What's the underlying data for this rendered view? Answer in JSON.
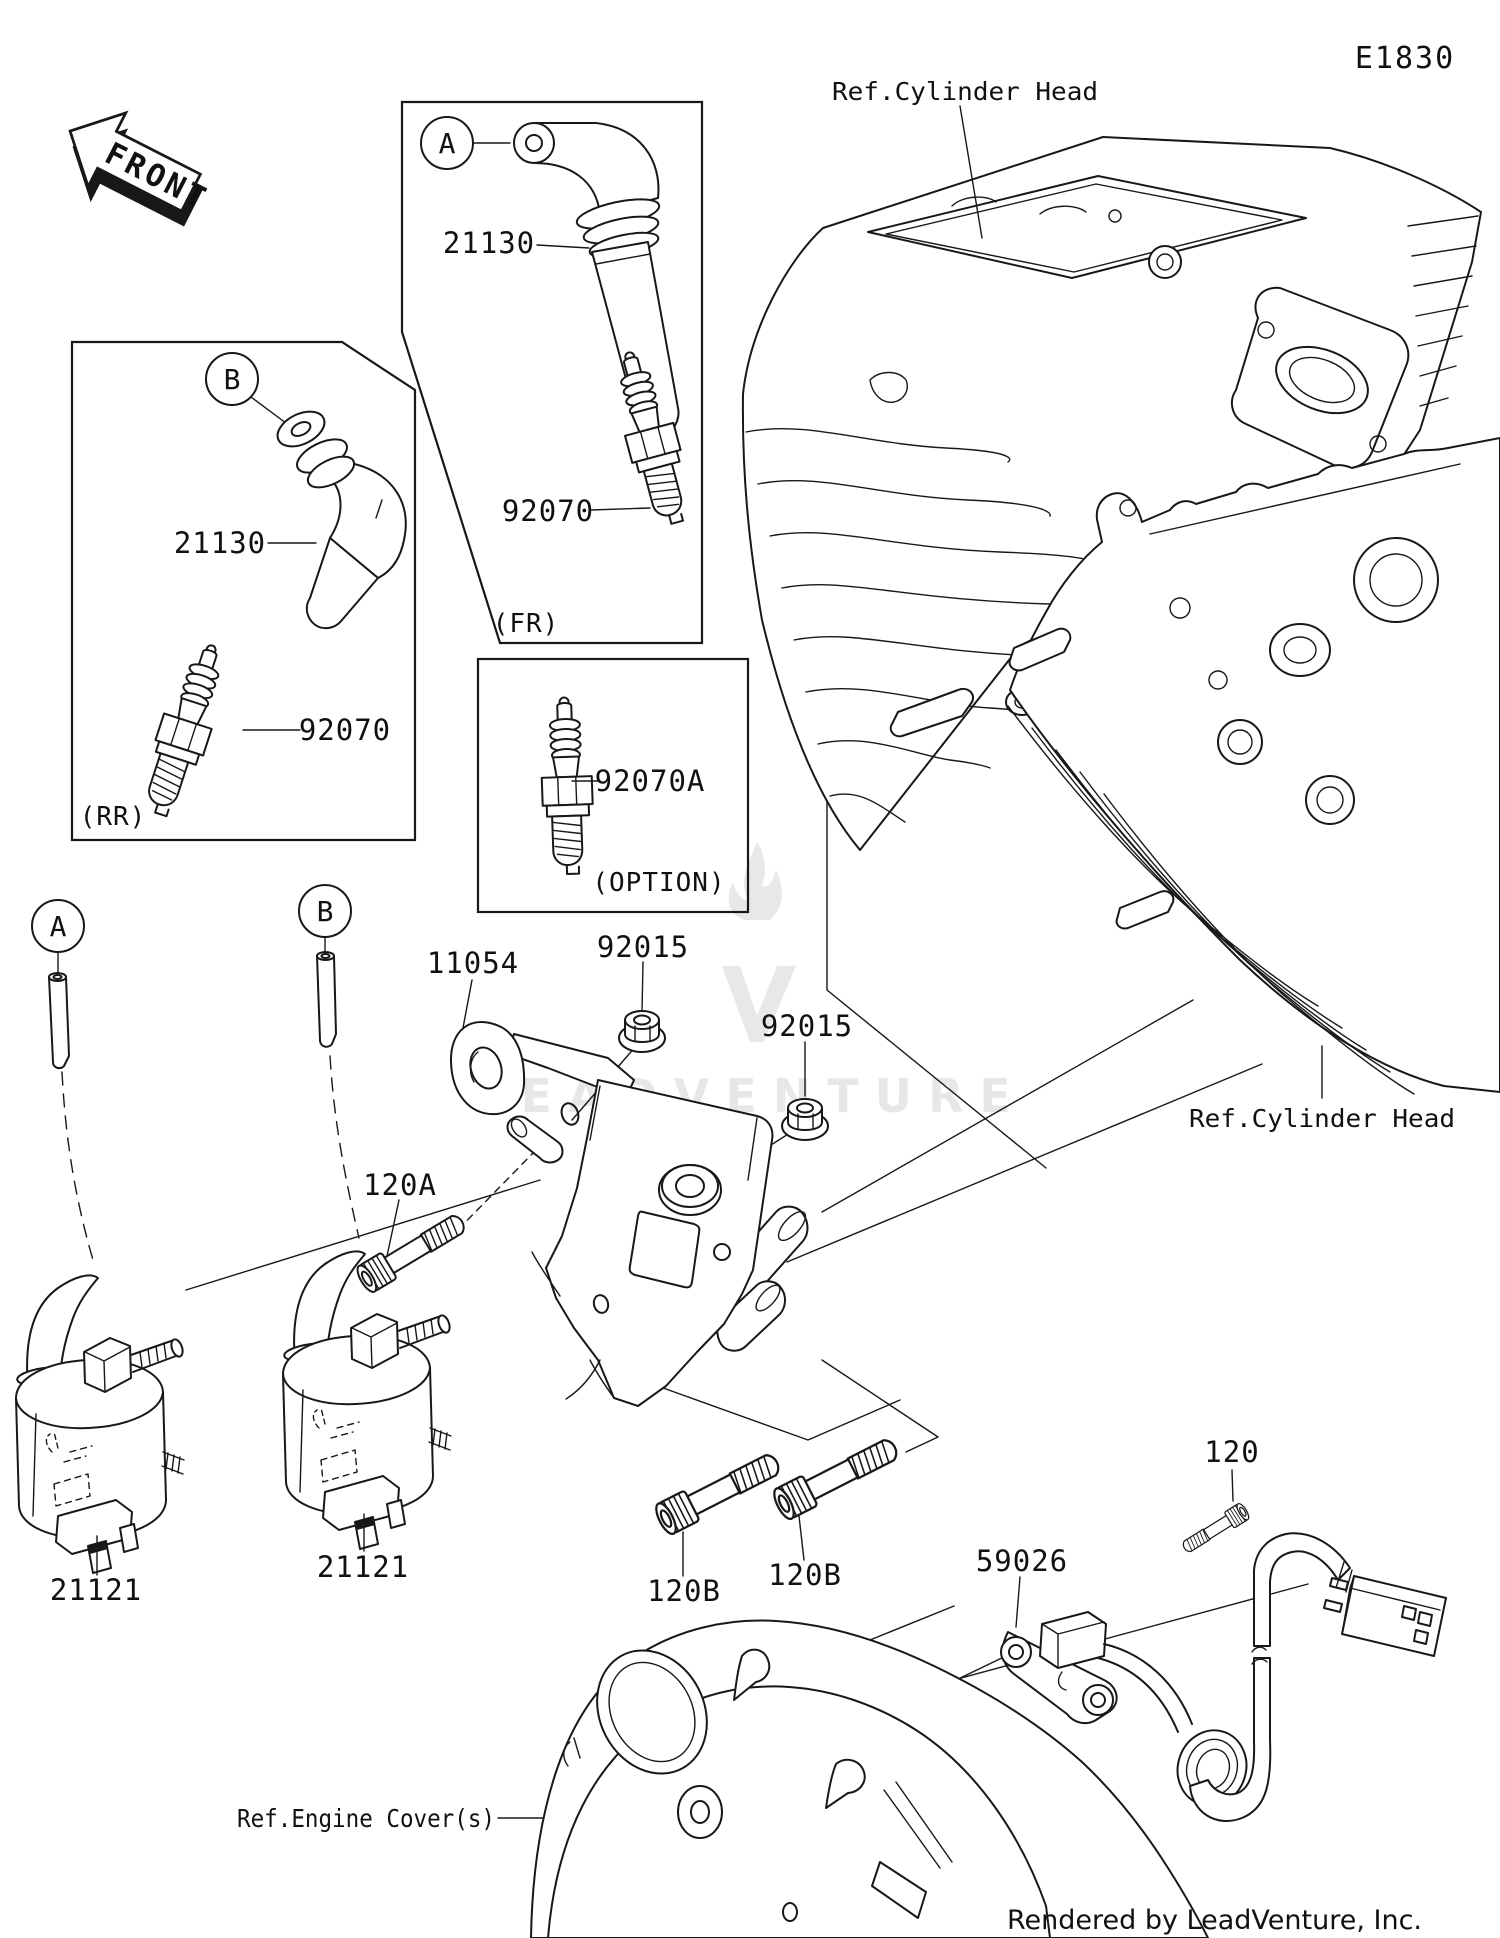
{
  "code": "E1830",
  "front": "FRONT",
  "credit": "Rendered by LeadVenture, Inc.",
  "watermark": "LEADVENTURE",
  "refs": {
    "cylinder_head_top": "Ref.Cylinder Head",
    "cylinder_head_right": "Ref.Cylinder Head",
    "engine_cover": "Ref.Engine Cover(s)"
  },
  "groups": {
    "fr": {
      "caption": "(FR)",
      "callout": "A",
      "cap": "21130",
      "plug": "92070"
    },
    "rr": {
      "caption": "(RR)",
      "callout": "B",
      "cap": "21130",
      "plug": "92070"
    },
    "option": {
      "caption": "(OPTION)",
      "plug": "92070A"
    }
  },
  "callouts": {
    "a": "A",
    "b": "B"
  },
  "parts": {
    "bracket": "11054",
    "nut1": "92015",
    "nut2": "92015",
    "bolt_a": "120A",
    "bolt_b1": "120B",
    "bolt_b2": "120B",
    "bolt_120": "120",
    "sensor": "59026",
    "coil1": "21121",
    "coil2": "21121"
  }
}
